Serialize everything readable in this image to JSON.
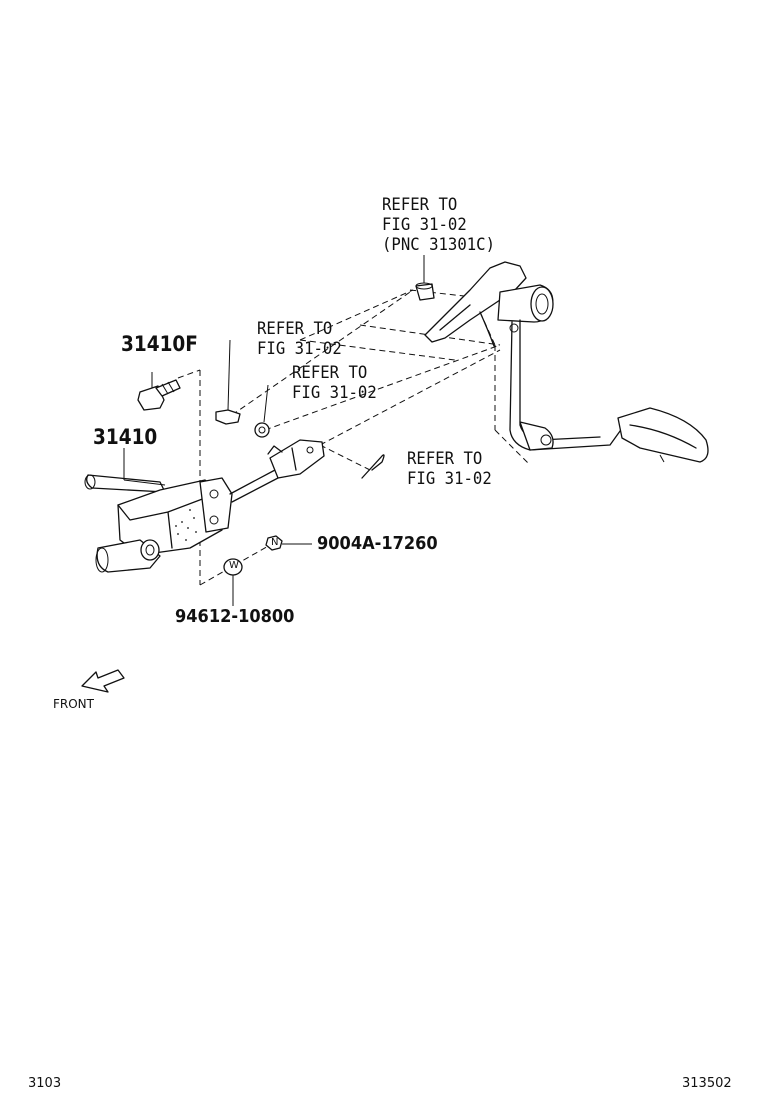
{
  "diagram": {
    "refer_pedal_bushing": [
      "REFER TO",
      "FIG 31-02",
      "(PNC 31301C)"
    ],
    "refer_clevis_pin": [
      "REFER TO",
      "FIG 31-02"
    ],
    "refer_washer": [
      "REFER TO",
      "FIG 31-02"
    ],
    "refer_clip": [
      "REFER TO",
      "FIG 31-02"
    ],
    "part_bolt": "31410F",
    "part_master_cylinder": "31410",
    "part_nut": "9004A-17260",
    "part_washer": "94612-10800",
    "nut_marker": "N",
    "washer_marker": "W",
    "front_label": "FRONT"
  },
  "footer": {
    "left_code": "3103",
    "right_code": "313502"
  }
}
